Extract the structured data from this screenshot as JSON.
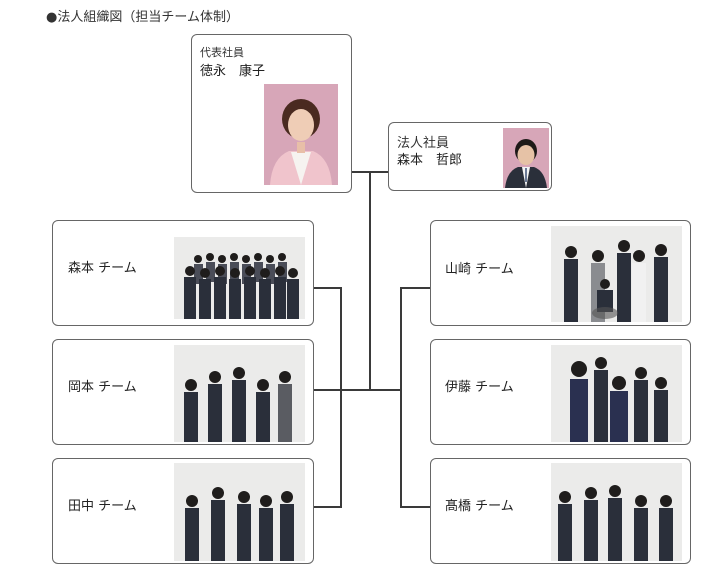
{
  "title": "●法人組織図（担当チーム体制）",
  "representative": {
    "role": "代表社員",
    "name": "徳永　康子"
  },
  "partner": {
    "role": "法人社員",
    "name": "森本　哲郎"
  },
  "teams": {
    "morimoto": "森本 チーム",
    "okamoto": "岡本 チーム",
    "tanaka": "田中 チーム",
    "yamazaki": "山崎 チーム",
    "ito": "伊藤 チーム",
    "takahashi": "髙橋 チーム"
  },
  "colors": {
    "portrait_bg": "#d7a6b8",
    "group_bg": "#ebebea",
    "suit": "#2a2f3a",
    "line": "#3a3a3a"
  }
}
